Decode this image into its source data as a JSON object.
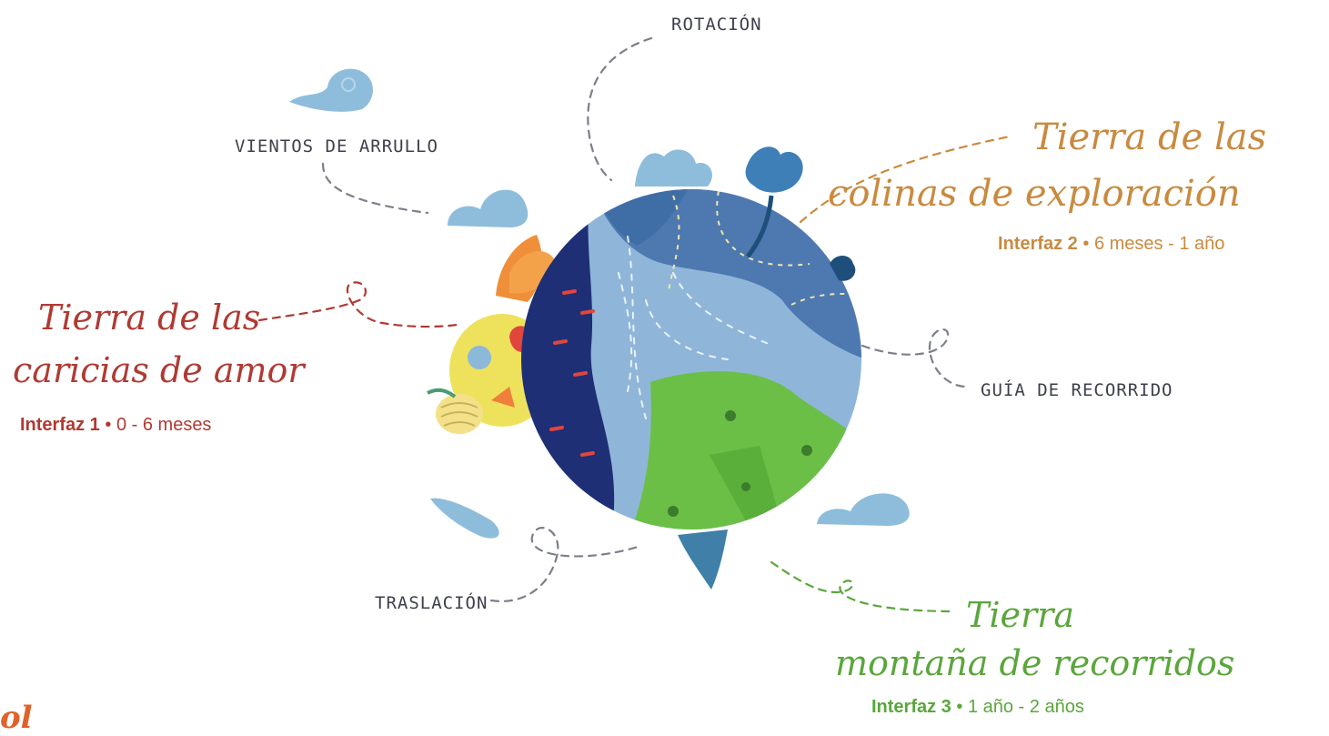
{
  "labels": {
    "rotacion": "ROTACIÓN",
    "vientos": "VIENTOS DE ARRULLO",
    "guia": "GUÍA DE RECORRIDO",
    "traslacion": "TRASLACIÓN"
  },
  "lands": [
    {
      "title_line1": "Tierra de las",
      "title_line2": "caricias de amor",
      "interface": "Interfaz 1",
      "age": "0 - 6 meses",
      "color": "#b03a33"
    },
    {
      "title_line1": "Tierra de las",
      "title_line2": "colinas de exploración",
      "interface": "Interfaz 2",
      "age": "6 meses - 1 año",
      "color": "#c98a3f"
    },
    {
      "title_line1": "Tierra",
      "title_line2": "montaña de recorridos",
      "interface": "Interfaz 3",
      "age": "1 año - 2 años",
      "color": "#5aa63b"
    }
  ],
  "separator": "•",
  "logo_text": "ol",
  "colors": {
    "ocean_dark": "#1f2f75",
    "ocean_light": "#8fb6d8",
    "sea_blue": "#4d79b0",
    "land_green": "#6bbf47",
    "cloud": "#8ebddc",
    "dash_gray": "#7c7f8a"
  }
}
